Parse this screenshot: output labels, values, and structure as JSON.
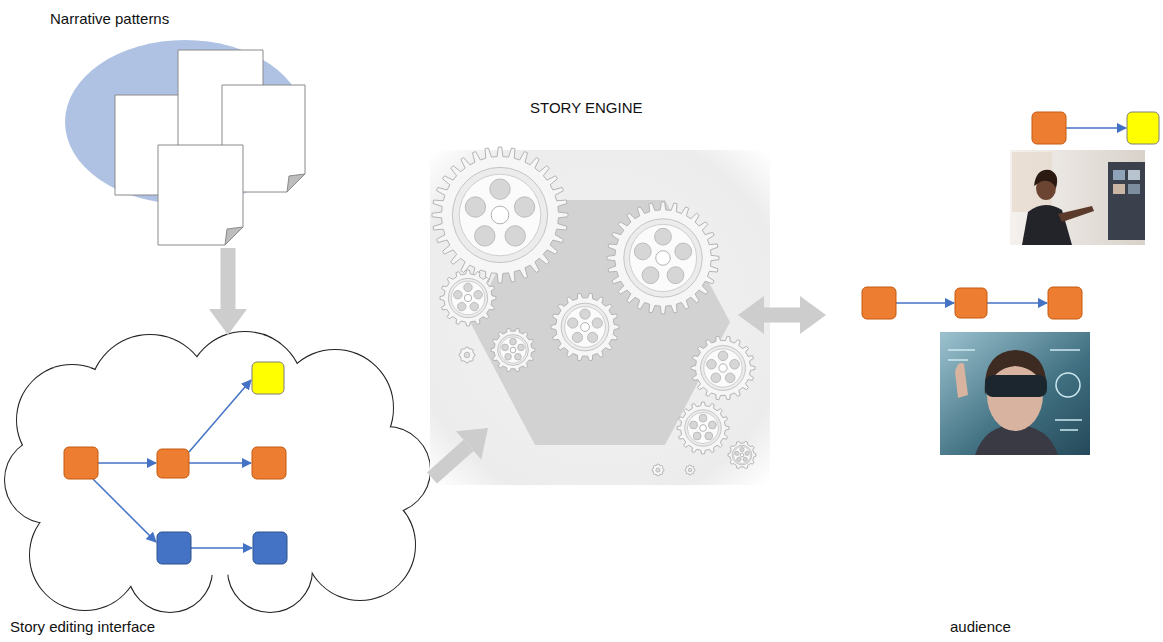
{
  "diagram": {
    "nodes": [
      {
        "text": [
          "Narrative patterns"
        ]
      },
      {
        "text": [
          "Story editing interface"
        ]
      },
      {
        "text": [
          "STORY ENGINE"
        ]
      },
      {
        "text": [
          "audience"
        ]
      }
    ],
    "edges": [
      {
        "from": 0,
        "to": 1,
        "arrow": "to"
      },
      {
        "from": 1,
        "to": 2,
        "arrow": "to"
      },
      {
        "from": 2,
        "to": 3,
        "arrow": "both"
      }
    ]
  }
}
